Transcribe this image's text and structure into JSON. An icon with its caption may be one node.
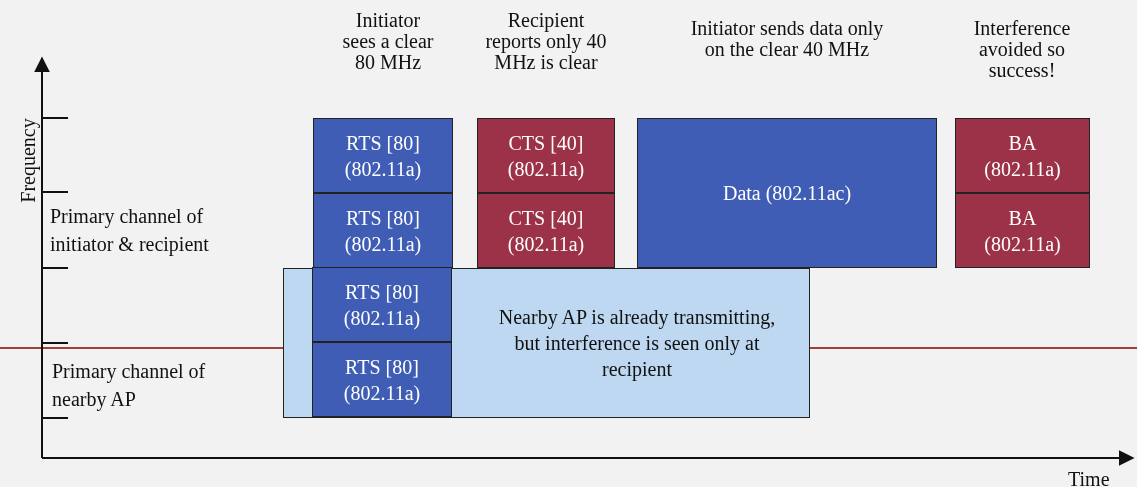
{
  "diagram": {
    "nodes": [
      {
        "text": [
          "RTS [80] (802.11a)"
        ]
      },
      {
        "text": [
          "RTS [80] (802.11a)"
        ]
      },
      {
        "text": [
          "CTS [40] (802.11a)"
        ]
      },
      {
        "text": [
          "CTS [40] (802.11a)"
        ]
      },
      {
        "text": [
          "Data (802.11ac)"
        ]
      },
      {
        "text": [
          "BA (802.11a)"
        ]
      },
      {
        "text": [
          "BA (802.11a)"
        ]
      },
      {
        "text": [
          "Nearby AP is already transmitting, but interference is seen only at recipient"
        ]
      },
      {
        "text": [
          "RTS [80] (802.11a)"
        ],
        "in": 7
      },
      {
        "text": [
          "RTS [80] (802.11a)"
        ],
        "in": 7
      }
    ],
    "edges": [],
    "labels": [
      "Initiator sees a clear 80 MHz",
      "Recipient reports only 40 MHz is clear",
      "Initiator sends data only on the clear 40 MHz",
      "Interference avoided so success!",
      "Frequency",
      "Primary channel of initiator & recipient",
      "Primary channel of nearby AP",
      "Time"
    ]
  }
}
